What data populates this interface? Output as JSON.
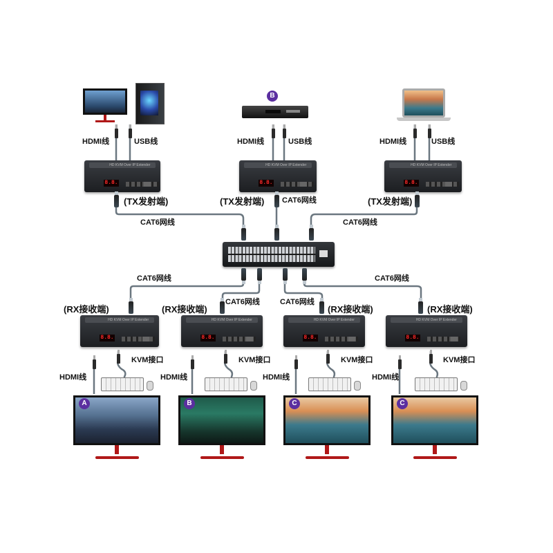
{
  "labels": {
    "hdmi": "HDMI线",
    "usb": "USB线",
    "tx": "(TX发射端)",
    "rx": "(RX接收端)",
    "cat6": "CAT6网线",
    "kvm": "KVM接口"
  },
  "badges": {
    "top_b": "B",
    "a": "A",
    "b": "B",
    "c1": "C",
    "c2": "C"
  },
  "devices": {
    "tx_title": "HD KVM Over IP Extender",
    "rx_title": "HD KVM Over IP Extender",
    "led": "8.8."
  },
  "sources": [
    "pc-monitor-icon",
    "desktop-tower-icon",
    "dvd-player-icon",
    "laptop-icon"
  ],
  "colors": {
    "badge": "#5b2fa0",
    "stand": "#b01818",
    "cable": "#6b7780"
  }
}
